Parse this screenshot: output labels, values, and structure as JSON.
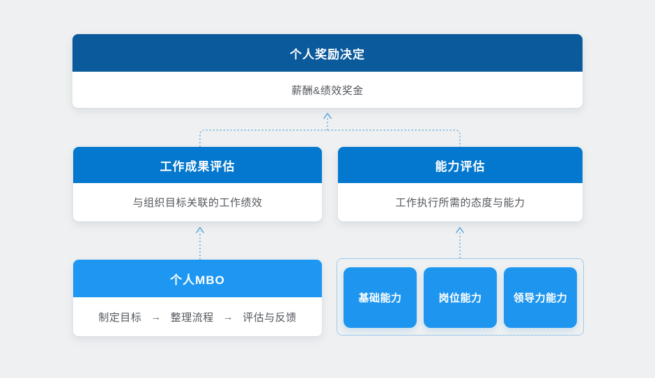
{
  "canvas": {
    "background": "#eef0f1"
  },
  "colors": {
    "top_header_blue": "#0a5a9c",
    "mid_header_blue": "#0478ce",
    "bright_blue": "#1e97f3",
    "pill_blue": "#1e96f0",
    "body_text": "#53575c",
    "connector_blue": "#65aade",
    "card_background": "#ffffff"
  },
  "cards": {
    "reward": {
      "title": "个人奖励决定",
      "body": "薪酬&绩效奖金"
    },
    "work_result": {
      "title": "工作成果评估",
      "body": "与组织目标关联的工作绩效"
    },
    "ability": {
      "title": "能力评估",
      "body": "工作执行所需的态度与能力"
    },
    "mbo": {
      "title": "个人MBO",
      "steps": [
        "制定目标",
        "整理流程",
        "评估与反馈"
      ],
      "arrow_glyph": "→"
    },
    "ability_items": [
      "基础能力",
      "岗位能力",
      "领导力能力"
    ]
  }
}
